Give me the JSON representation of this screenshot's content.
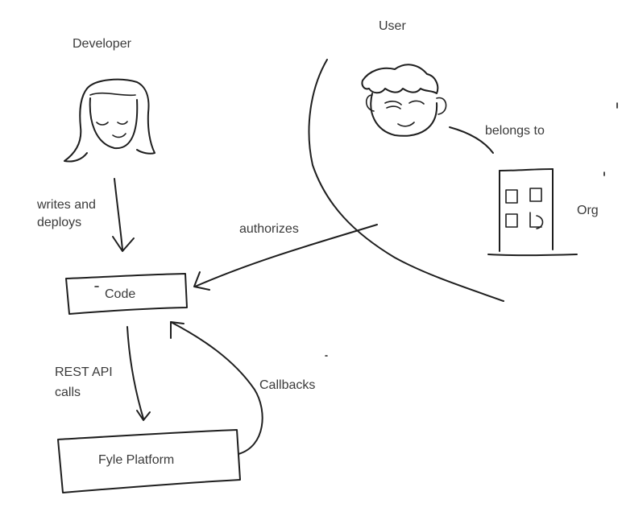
{
  "actors": {
    "developer": "Developer",
    "user": "User",
    "org": "Org"
  },
  "boxes": {
    "code": "Code",
    "platform": "Fyle Platform"
  },
  "edges": {
    "writes_line1": "writes and",
    "writes_line2": "deploys",
    "authorizes": "authorizes",
    "belongs_to": "belongs to",
    "rest_line1": "REST API",
    "rest_line2": "calls",
    "callbacks": "Callbacks"
  }
}
